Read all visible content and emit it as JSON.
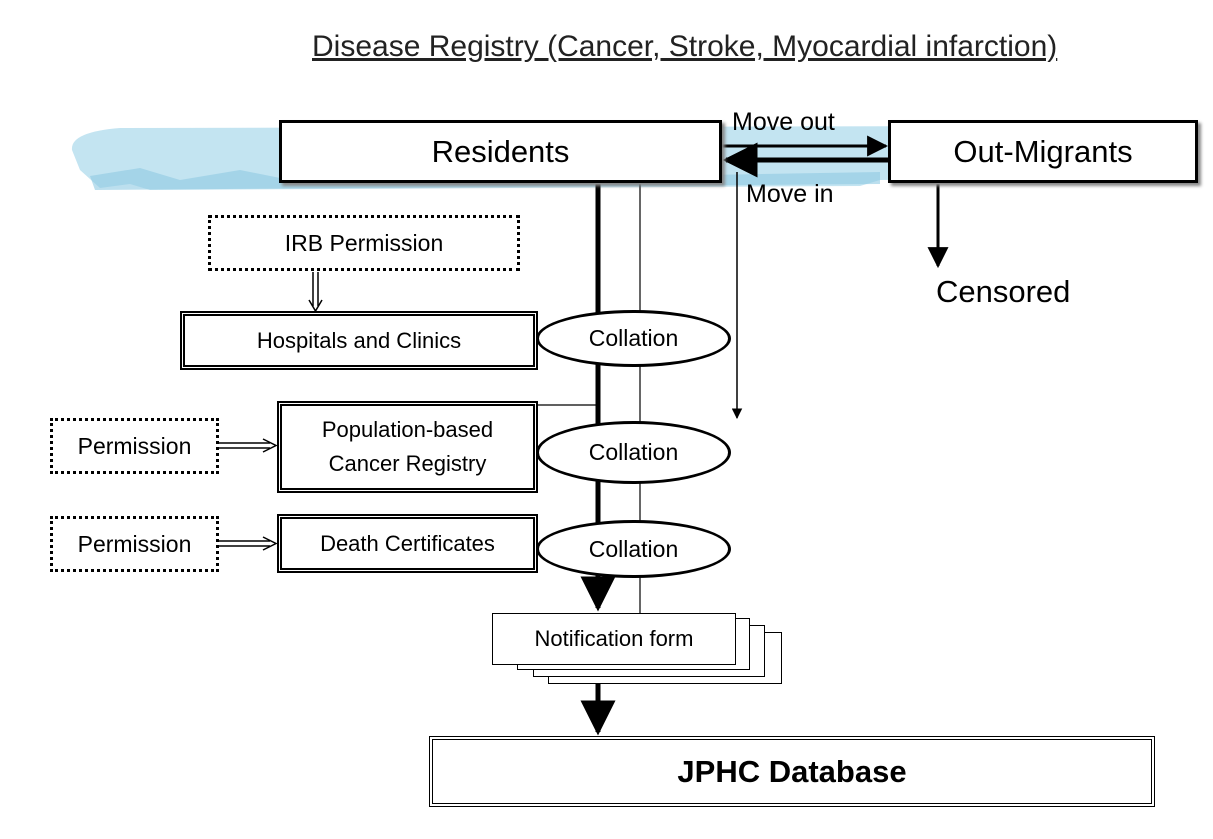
{
  "title": "Disease Registry (Cancer, Stroke, Myocardial infarction)",
  "nodes": {
    "residents": "Residents",
    "out_migrants": "Out-Migrants",
    "censored": "Censored",
    "irb_permission": "IRB Permission",
    "hospitals": "Hospitals and Clinics",
    "permission_1": "Permission",
    "population_registry": "Population-based Cancer Registry",
    "permission_2": "Permission",
    "death_certificates": "Death Certificates",
    "collation_1": "Collation",
    "collation_2": "Collation",
    "collation_3": "Collation",
    "notification_form": "Notification form",
    "jphc_database": "JPHC Database"
  },
  "edges": {
    "move_out": "Move out",
    "move_in": "Move in"
  },
  "colors": {
    "water": "#b9dfee",
    "water_dark": "#8fc9e2",
    "line": "#000000"
  }
}
